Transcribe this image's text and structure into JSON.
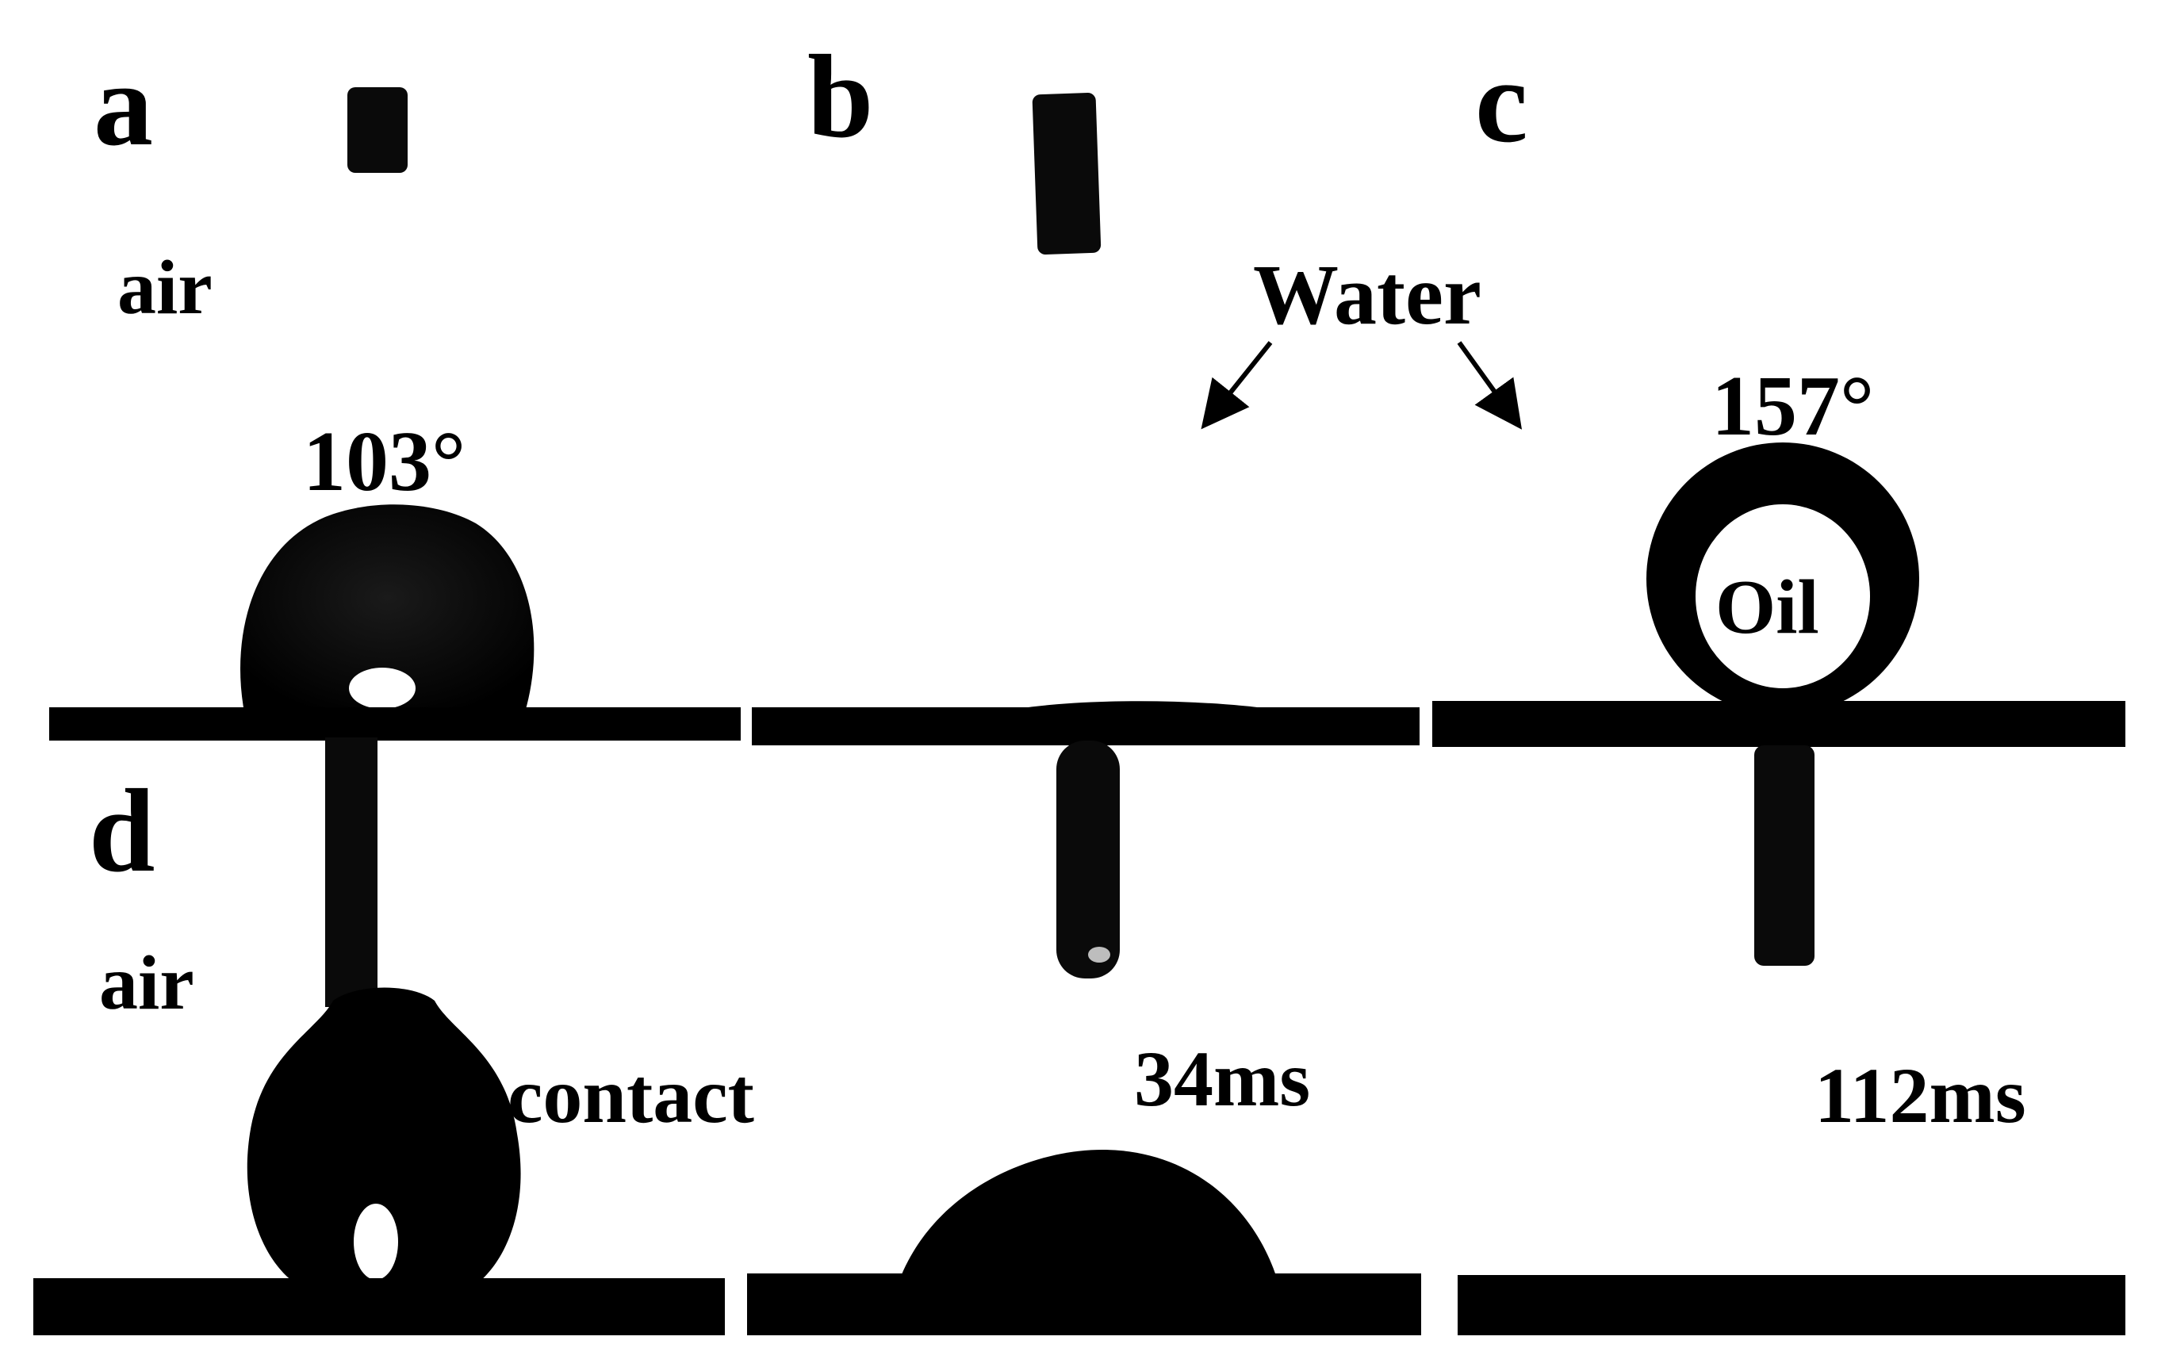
{
  "figure": {
    "panels": {
      "a": {
        "letter": "a",
        "medium": "air",
        "contact_angle": "103°"
      },
      "b": {
        "letter": "b"
      },
      "c": {
        "letter": "c",
        "droplet_label": "Oil",
        "contact_angle": "157°"
      },
      "shared": {
        "medium": "Water"
      },
      "d": {
        "letter": "d",
        "medium": "air",
        "frames": [
          {
            "label": "contact"
          },
          {
            "label": "34ms"
          },
          {
            "label": "112ms"
          }
        ]
      }
    }
  }
}
